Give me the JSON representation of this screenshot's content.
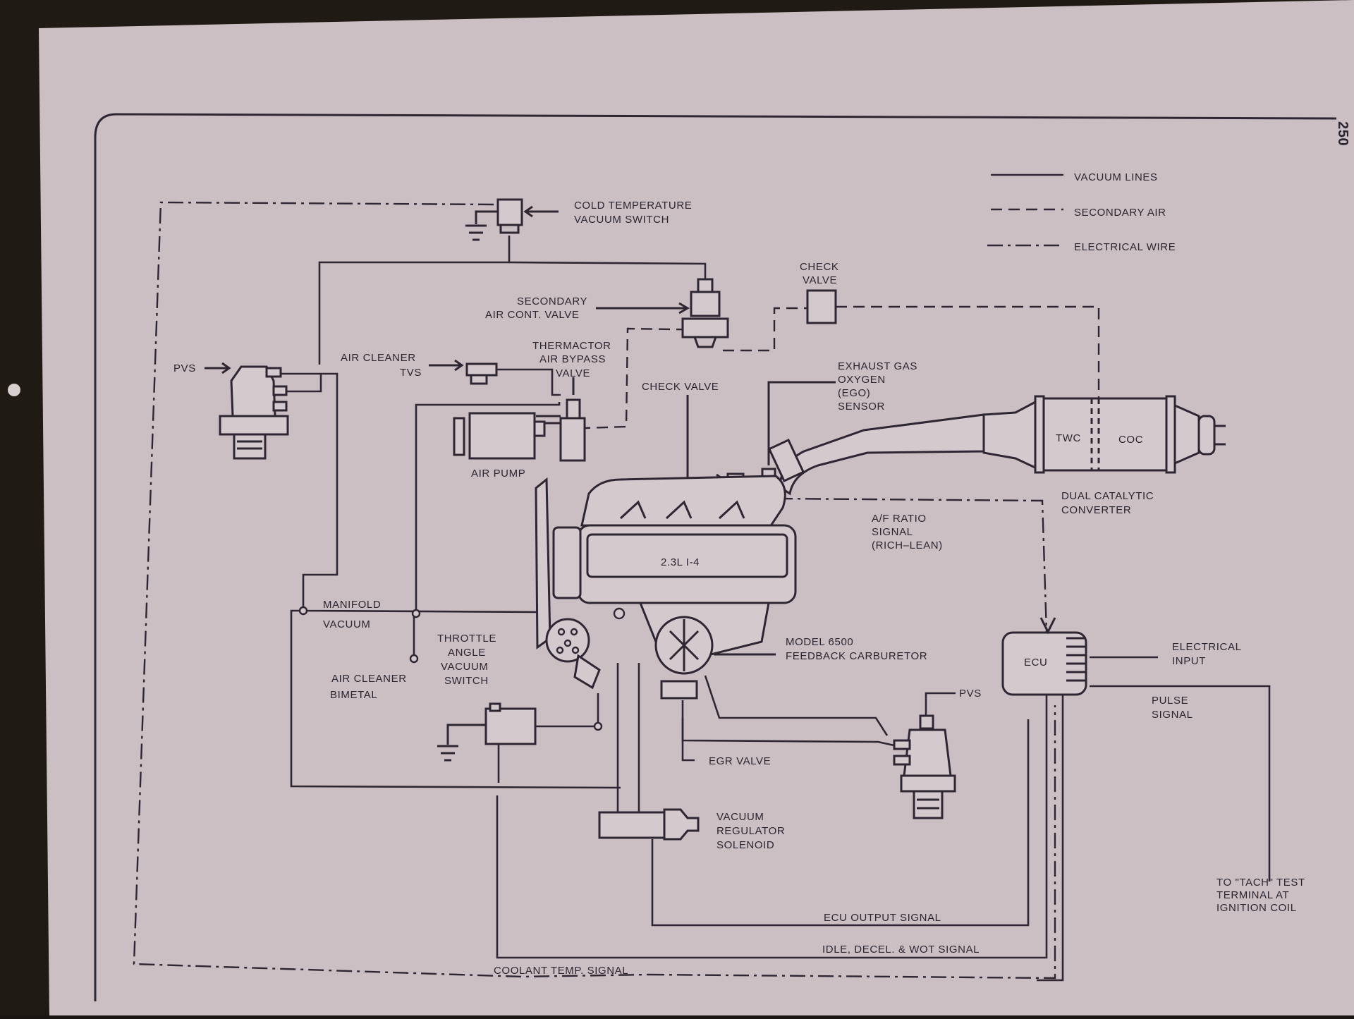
{
  "page_number": "250",
  "legend": {
    "vacuum_lines": "VACUUM LINES",
    "secondary_air": "SECONDARY AIR",
    "electrical_wire": "ELECTRICAL WIRE"
  },
  "labels": {
    "cold_temp_1": "COLD TEMPERATURE",
    "cold_temp_2": "VACUUM SWITCH",
    "check_valve_top_1": "CHECK",
    "check_valve_top_2": "VALVE",
    "secondary_air_1": "SECONDARY",
    "secondary_air_2": "AIR CONT. VALVE",
    "air_cleaner_tvs_1": "AIR CLEANER",
    "air_cleaner_tvs_2": "TVS",
    "thermactor_1": "THERMACTOR",
    "thermactor_2": "AIR BYPASS",
    "thermactor_3": "VALVE",
    "pvs_left": "PVS",
    "check_valve_mid": "CHECK VALVE",
    "ego_1": "EXHAUST GAS",
    "ego_2": "OXYGEN",
    "ego_3": "(EGO)",
    "ego_4": "SENSOR",
    "air_pump": "AIR PUMP",
    "twc": "TWC",
    "coc": "COC",
    "dual_cat_1": "DUAL CATALYTIC",
    "dual_cat_2": "CONVERTER",
    "af_ratio_1": "A/F RATIO",
    "af_ratio_2": "SIGNAL",
    "af_ratio_3": "(RICH–LEAN)",
    "engine": "2.3L  I-4",
    "manifold_1": "MANIFOLD",
    "manifold_2": "VACUUM",
    "throttle_1": "THROTTLE",
    "throttle_2": "ANGLE",
    "throttle_3": "VACUUM",
    "throttle_4": "SWITCH",
    "air_cleaner_bimetal_1": "AIR CLEANER",
    "air_cleaner_bimetal_2": "BIMETAL",
    "carb_1": "MODEL 6500",
    "carb_2": "FEEDBACK CARBURETOR",
    "ecu": "ECU",
    "electrical_input_1": "ELECTRICAL",
    "electrical_input_2": "INPUT",
    "pvs_right": "PVS",
    "pulse_1": "PULSE",
    "pulse_2": "SIGNAL",
    "egr_valve": "EGR VALVE",
    "vrs_1": "VACUUM",
    "vrs_2": "REGULATOR",
    "vrs_3": "SOLENOID",
    "tach_1": "TO \"TACH\" TEST",
    "tach_2": "TERMINAL AT",
    "tach_3": "IGNITION COIL",
    "ecu_output": "ECU OUTPUT SIGNAL",
    "idle_decel": "IDLE, DECEL. & WOT SIGNAL",
    "coolant": "COOLANT TEMP. SIGNAL"
  }
}
